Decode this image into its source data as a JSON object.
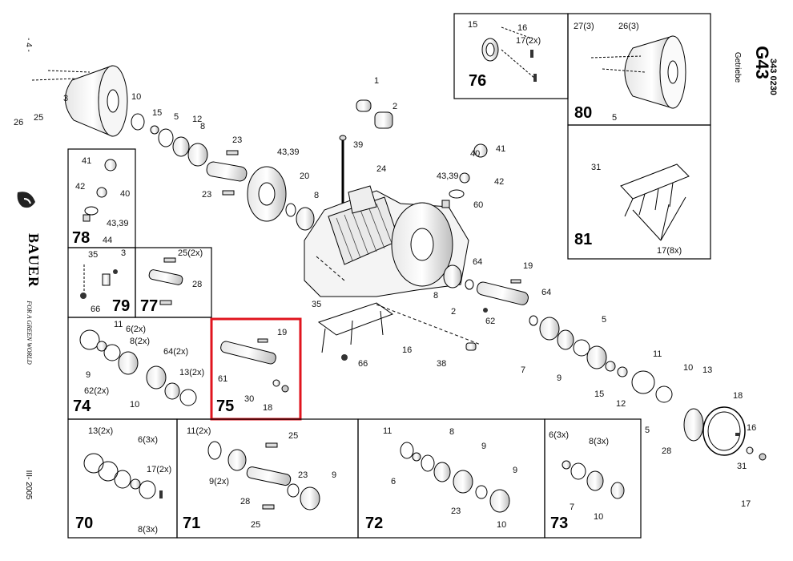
{
  "header": {
    "code": "343 0230",
    "model": "G43",
    "subtitle": "Getriebe",
    "page_mark": "- 4 -"
  },
  "brand": {
    "name": "BAUER",
    "slogan": "FOR A GREEN WORLD"
  },
  "footer": {
    "date": "III- 2005"
  },
  "highlight_color": "#e0141e",
  "callouts": [
    "1",
    "2",
    "3",
    "5",
    "8",
    "9",
    "10",
    "11",
    "13",
    "16",
    "17",
    "18",
    "19",
    "20",
    "23",
    "24",
    "25",
    "26",
    "27",
    "30",
    "31",
    "35",
    "38",
    "39",
    "40",
    "41",
    "42",
    "43,39",
    "44",
    "60",
    "61",
    "62",
    "64",
    "66",
    "7",
    "6",
    "12",
    "15",
    "28"
  ],
  "groups": [
    {
      "id": "76",
      "labels": [
        "15",
        "16",
        "17(2x)"
      ]
    },
    {
      "id": "80",
      "labels": [
        "27(3)",
        "26(3)",
        "5"
      ]
    },
    {
      "id": "81",
      "labels": [
        "31",
        "17(8x)"
      ]
    },
    {
      "id": "78",
      "labels": [
        "41",
        "42",
        "40",
        "43,39",
        "44"
      ]
    },
    {
      "id": "79",
      "labels": [
        "35",
        "3",
        "66"
      ]
    },
    {
      "id": "77",
      "labels": [
        "25(2x)",
        "28"
      ]
    },
    {
      "id": "74",
      "labels": [
        "11",
        "6(2x)",
        "8(2x)",
        "64(2x)",
        "9",
        "13(2x)",
        "62(2x)",
        "10"
      ]
    },
    {
      "id": "75",
      "labels": [
        "19",
        "61",
        "30",
        "18"
      ]
    },
    {
      "id": "70",
      "labels": [
        "13(2x)",
        "6(3x)",
        "17(2x)",
        "8(3x)"
      ]
    },
    {
      "id": "71",
      "labels": [
        "11(2x)",
        "25",
        "9(2x)",
        "23",
        "9",
        "28",
        "25"
      ]
    },
    {
      "id": "72",
      "labels": [
        "11",
        "8",
        "9",
        "6",
        "9",
        "23",
        "10"
      ]
    },
    {
      "id": "73",
      "labels": [
        "6(3x)",
        "8(3x)",
        "7",
        "10"
      ]
    }
  ]
}
